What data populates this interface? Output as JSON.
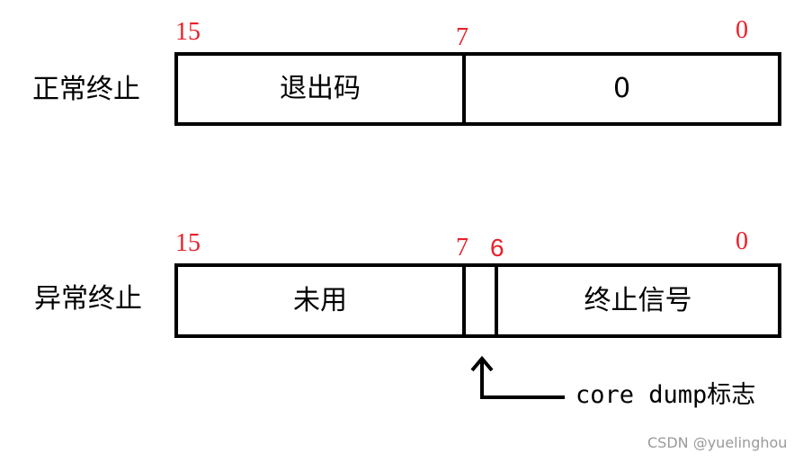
{
  "rows": [
    {
      "label": "正常终止",
      "bit_labels": {
        "high": "15",
        "mid": "7",
        "low": "0"
      },
      "fields": {
        "left": "退出码",
        "right": "0"
      }
    },
    {
      "label": "异常终止",
      "bit_labels": {
        "high": "15",
        "mid": "7",
        "core": "6",
        "low": "0"
      },
      "fields": {
        "left": "未用",
        "core": "",
        "right": "终止信号"
      }
    }
  ],
  "annotation": {
    "text": "core dump标志",
    "arrow_icon": "up-arrow-icon"
  },
  "watermark": "CSDN @yuelinghou",
  "colors": {
    "bit_labels": "#e8212a",
    "lines": "#000000",
    "watermark": "#9a9a9a"
  }
}
